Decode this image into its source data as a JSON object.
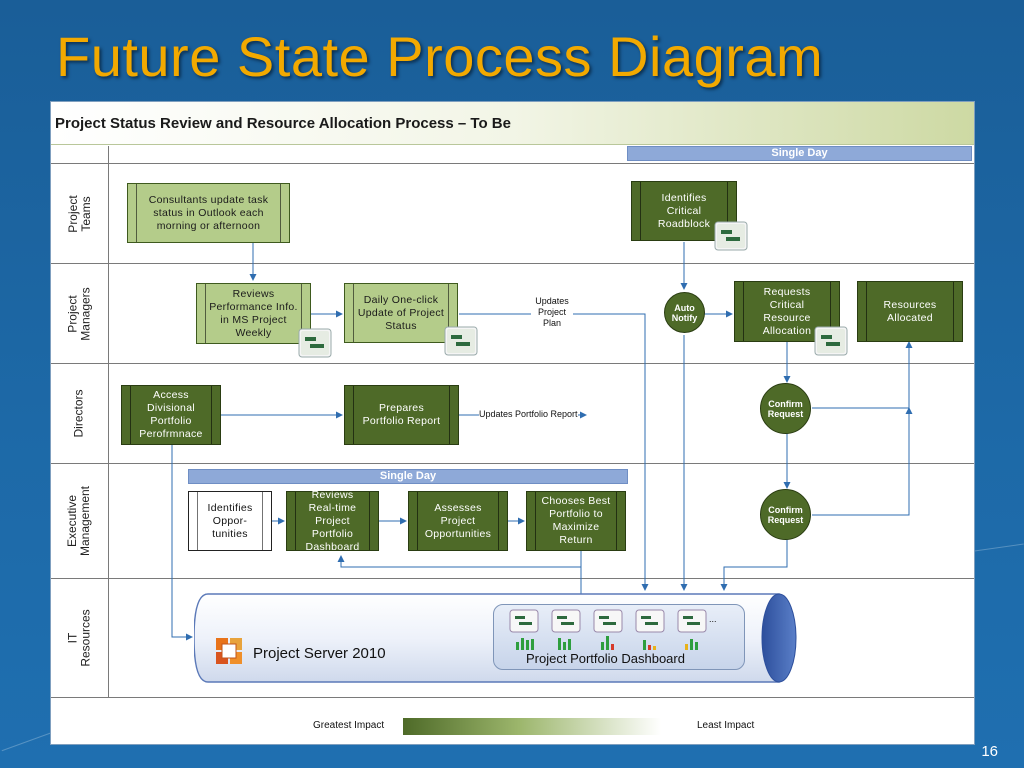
{
  "slide": {
    "title": "Future State Process Diagram",
    "page_number": "16"
  },
  "diagram": {
    "header": "Project Status Review and Resource Allocation Process – To Be",
    "single_day_top": "Single Day",
    "single_day_exec": "Single Day",
    "lanes": [
      "Project Teams",
      "Project Managers",
      "Directors",
      "Executive Management",
      "IT Resources"
    ],
    "boxes": {
      "consultants_update": "Consultants update task status in Outlook each morning or afternoon",
      "identifies_roadblock": "Identifies Critical Roadblock",
      "reviews_performance": "Reviews Performance Info. in MS Project Weekly",
      "daily_update": "Daily One-click Update of Project Status",
      "requests_resource": "Requests Critical Resource Allocation",
      "resources_allocated": "Resources Allocated",
      "access_divisional": "Access Divisional Portfolio Perofrmnace",
      "prepares_report": "Prepares Portfolio Report",
      "identifies_opportunities": "Identifies Oppor-tunities",
      "reviews_dashboard": "Reviews Real-time Project Portfolio Dashboard",
      "assesses_opportunities": "Assesses Project Opportunities",
      "chooses_portfolio": "Chooses Best Portfolio to Maximize Return"
    },
    "circles": {
      "auto_notify": "Auto Notify",
      "confirm_request_1": "Confirm Request",
      "confirm_request_2": "Confirm Request"
    },
    "connector_labels": {
      "updates_project_plan": "Updates Project Plan",
      "updates_portfolio_report": "Updates Portfolio Report"
    },
    "it": {
      "server_label": "Project Server 2010",
      "dashboard_label": "Project Portfolio Dashboard",
      "dashboard_ellipsis": "..."
    },
    "impact": {
      "greatest": "Greatest Impact",
      "least": "Least Impact"
    },
    "colors": {
      "dark_green": "#4e6a28",
      "light_green": "#b4cc8a",
      "bar_blue": "#8ea9d8",
      "title_gold": "#f2a900"
    }
  }
}
